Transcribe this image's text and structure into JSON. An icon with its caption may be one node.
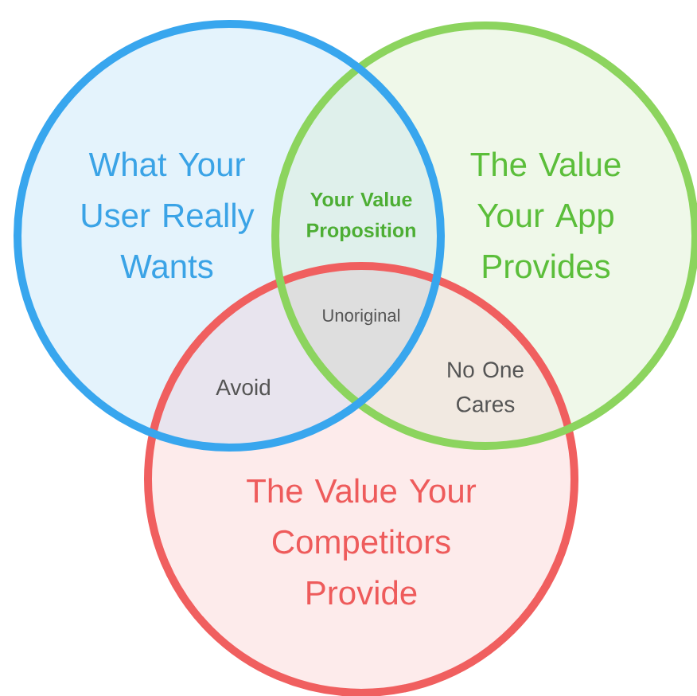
{
  "diagram": {
    "nodes": [
      {
        "text": [
          "What Your User Really Wants"
        ]
      },
      {
        "text": [
          "The Value Your App Provides"
        ]
      },
      {
        "text": [
          "The Value Your Competitors Provide"
        ]
      }
    ],
    "labels": [
      "Your Value Proposition",
      "Unoriginal",
      "Avoid",
      "No One Cares"
    ]
  }
}
